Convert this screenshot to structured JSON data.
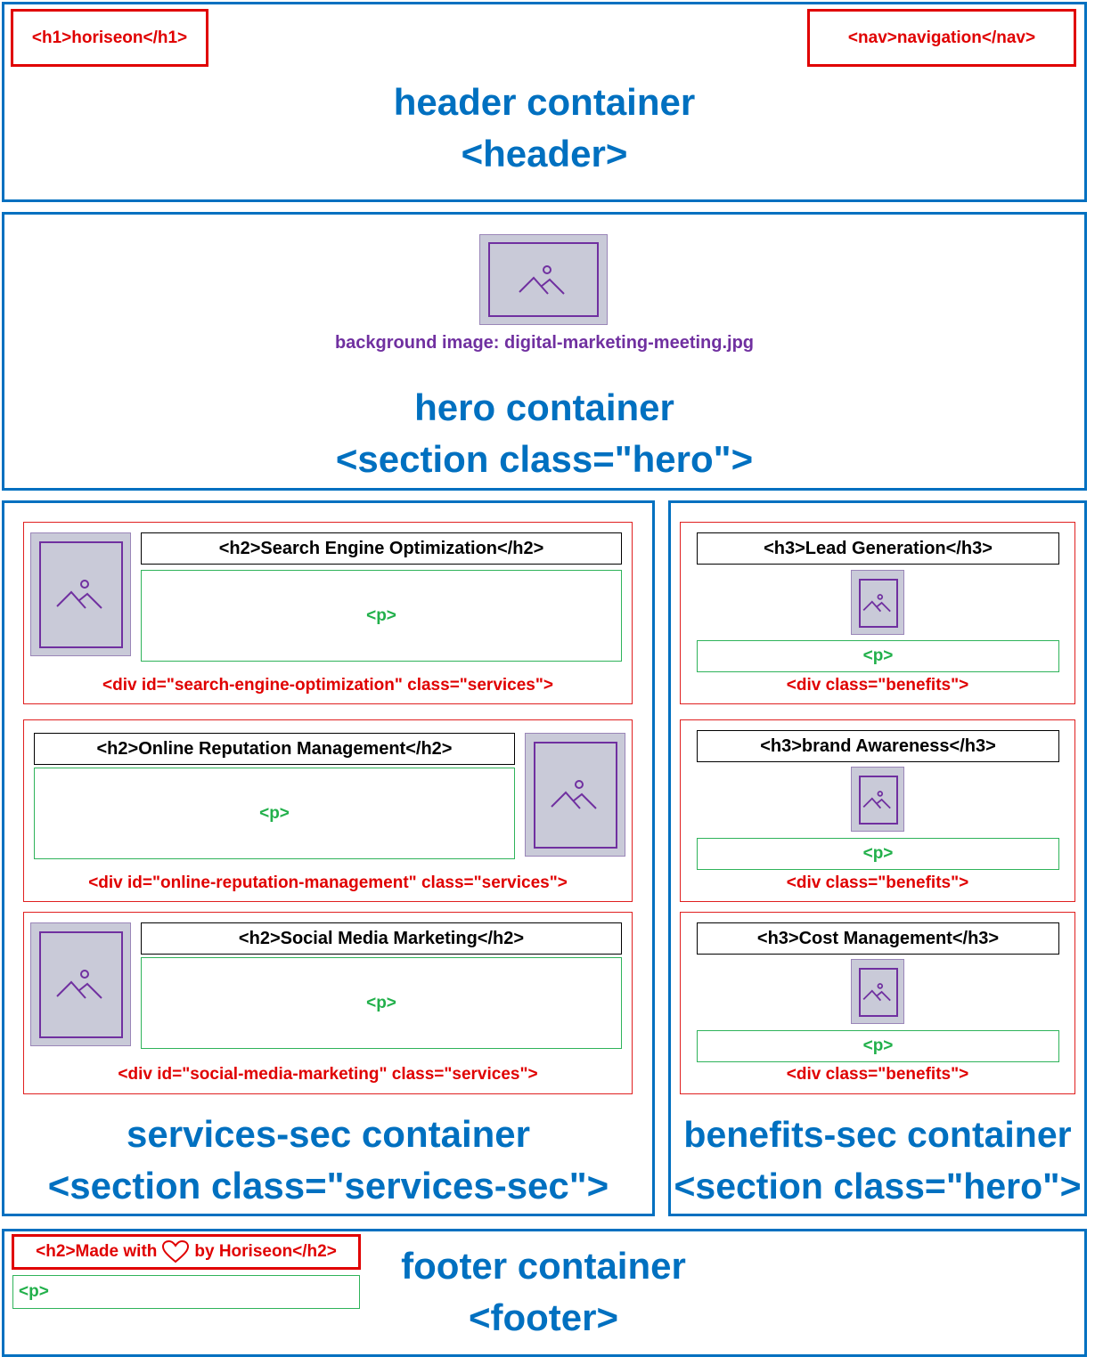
{
  "header": {
    "h1_label": "<h1>horiseon</h1>",
    "nav_label": "<nav>navigation</nav>",
    "title_line1": "header container",
    "title_line2": "<header>"
  },
  "hero": {
    "image_caption": "background image: digital-marketing-meeting.jpg",
    "title_line1": "hero container",
    "title_line2": "<section class=\"hero\">"
  },
  "services": {
    "items": [
      {
        "h2": "<h2>Search Engine Optimization</h2>",
        "p": "<p>",
        "div_label": "<div id=\"search-engine-optimization\" class=\"services\">"
      },
      {
        "h2": "<h2>Online Reputation Management</h2>",
        "p": "<p>",
        "div_label": "<div id=\"online-reputation-management\" class=\"services\">"
      },
      {
        "h2": "<h2>Social Media Marketing</h2>",
        "p": "<p>",
        "div_label": "<div id=\"social-media-marketing\" class=\"services\">"
      }
    ],
    "title_line1": "services-sec container",
    "title_line2": "<section class=\"services-sec\">"
  },
  "benefits": {
    "items": [
      {
        "h3": "<h3>Lead Generation</h3>",
        "p": "<p>",
        "div_label": "<div class=\"benefits\">"
      },
      {
        "h3": "<h3>brand Awareness</h3>",
        "p": "<p>",
        "div_label": "<div class=\"benefits\">"
      },
      {
        "h3": "<h3>Cost Management</h3>",
        "p": "<p>",
        "div_label": "<div class=\"benefits\">"
      }
    ],
    "title_line1": "benefits-sec container",
    "title_line2": "<section class=\"hero\">"
  },
  "footer": {
    "h2_prefix": "<h2>Made with",
    "h2_suffix": "by Horiseon</h2>",
    "heart_icon": "heart-icon",
    "p": "<p>",
    "title_line1": "footer container",
    "title_line2": "<footer>"
  },
  "colors": {
    "container_blue": "#0070c0",
    "element_red": "#e00000",
    "paragraph_green": "#22b04b",
    "image_purple": "#7030a0",
    "image_fill": "#c9cad8"
  }
}
